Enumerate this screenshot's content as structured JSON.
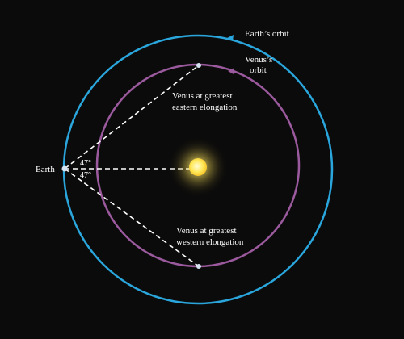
{
  "labels": {
    "earth_orbit": "Earth’s orbit",
    "venus_orbit_line1": "Venus’s",
    "venus_orbit_line2": "orbit",
    "eastern_line1": "Venus at greatest",
    "eastern_line2": "eastern elongation",
    "western_line1": "Venus at greatest",
    "western_line2": "western elongation",
    "earth": "Earth",
    "angle_upper": "47°",
    "angle_lower": "47°"
  },
  "colors": {
    "background": "#0b0b0b",
    "earth_orbit": "#2aa6dc",
    "venus_orbit": "#9c5a9e",
    "sun": "#ffe45c",
    "sight_lines": "#ffffff",
    "planet": "#d6e4f2"
  },
  "icons": {
    "sun": "sun-icon",
    "earth": "earth-icon",
    "venus": "venus-icon"
  }
}
